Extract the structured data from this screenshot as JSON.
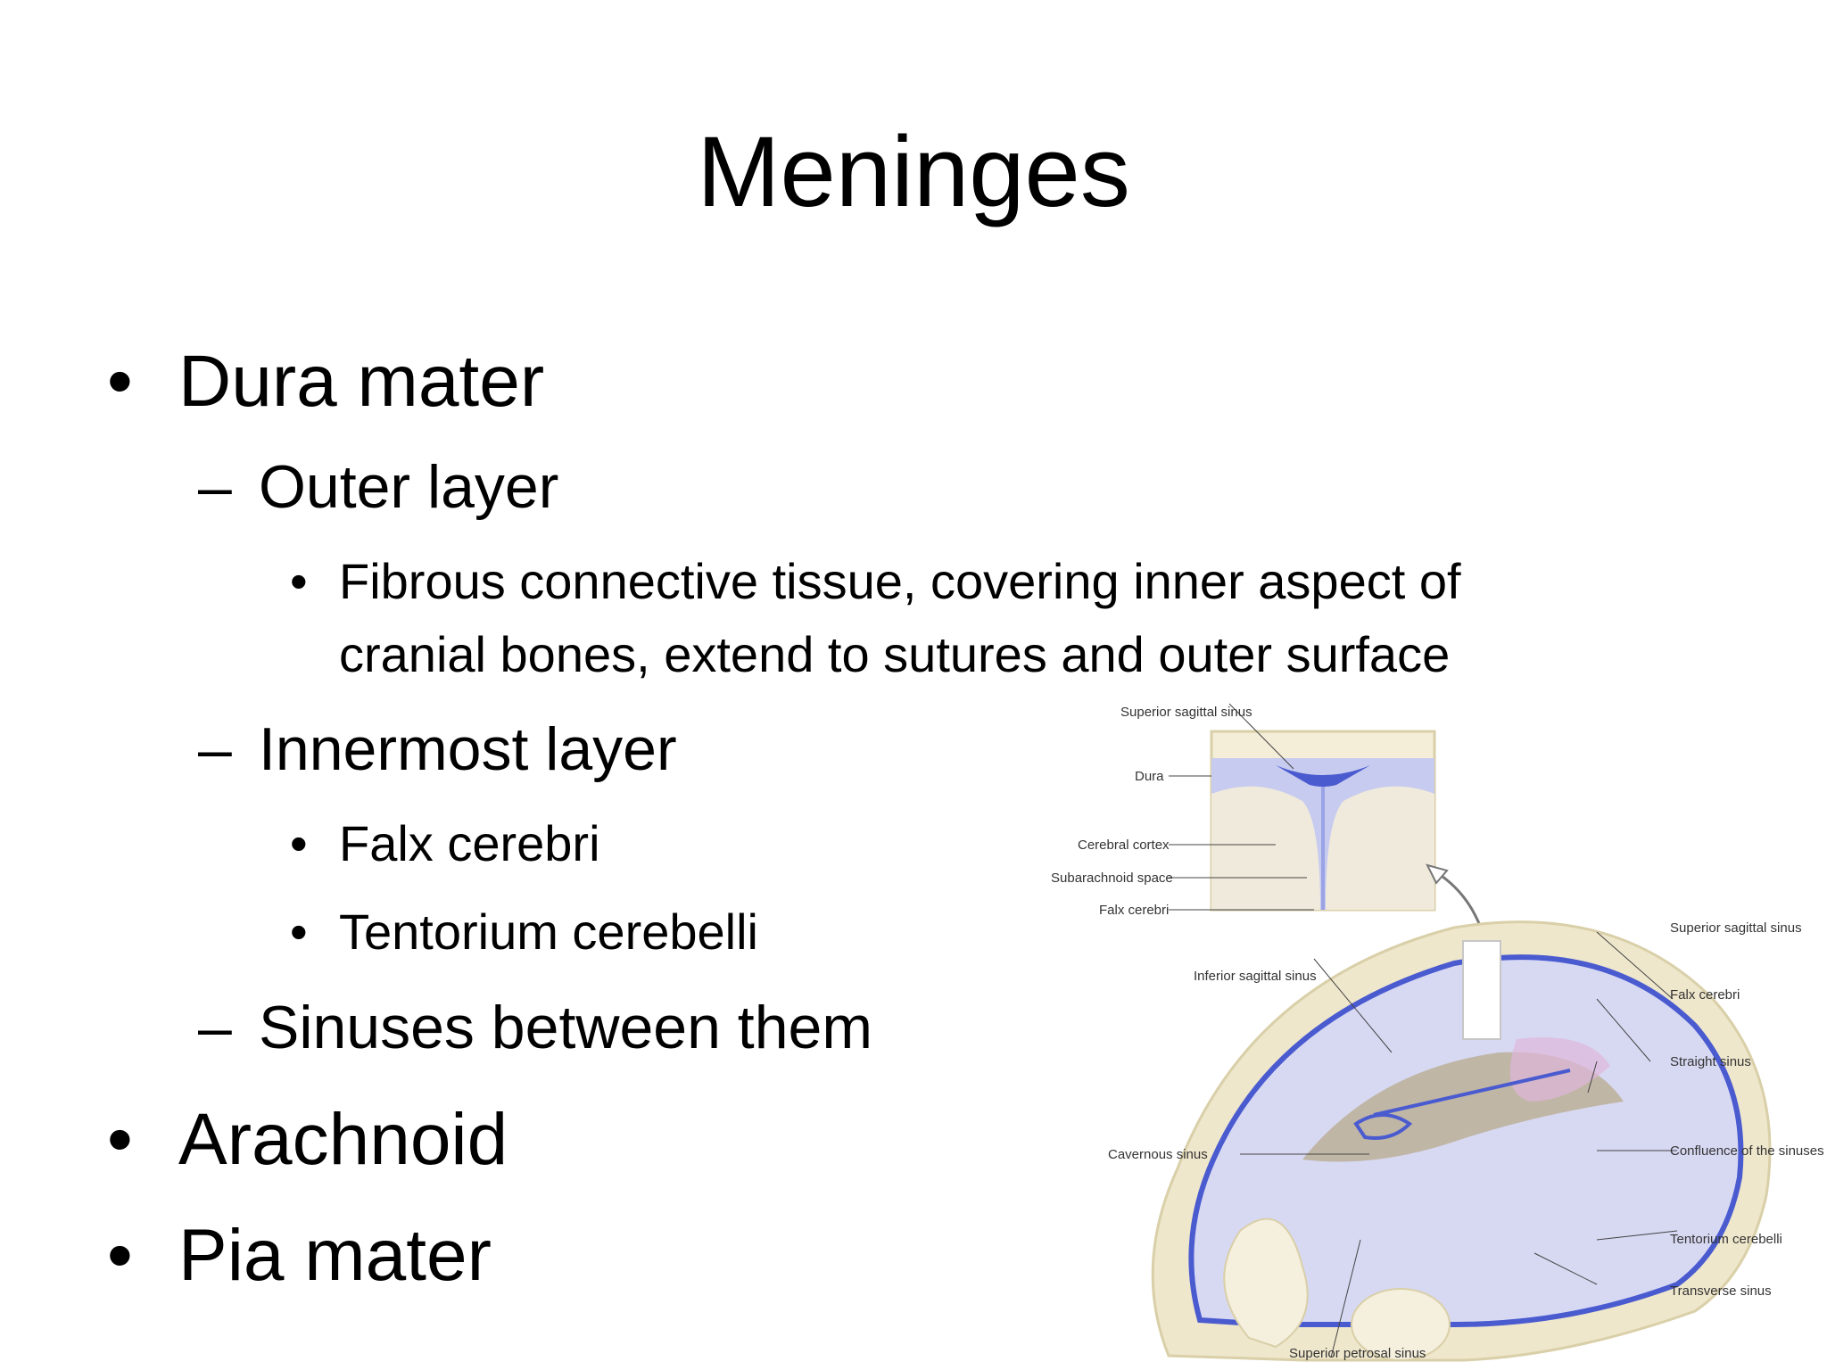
{
  "slide": {
    "title": "Meninges",
    "bullet_glyph": "•",
    "dash_glyph": "–",
    "items": [
      {
        "text": "Dura mater"
      },
      {
        "text": "Outer layer"
      },
      {
        "line1": "Fibrous connective tissue, covering inner aspect of",
        "line2": "cranial bones, extend to sutures and outer surface"
      },
      {
        "text": "Innermost layer"
      },
      {
        "text": "Falx cerebri"
      },
      {
        "text": "Tentorium cerebelli"
      },
      {
        "text": "Sinuses between them"
      },
      {
        "text": "Arachnoid"
      },
      {
        "text": "Pia mater"
      }
    ]
  },
  "figure": {
    "labels": {
      "superior_sagittal_sinus_top": "Superior sagittal sinus",
      "dura": "Dura",
      "cerebral_cortex": "Cerebral cortex",
      "subarachnoid_space": "Subarachnoid space",
      "falx_cerebri_top": "Falx cerebri",
      "inferior_sagittal_sinus": "Inferior sagittal sinus",
      "cavernous_sinus": "Cavernous sinus",
      "superior_petrosal_sinus": "Superior petrosal sinus",
      "superior_sagittal_sinus_right": "Superior sagittal sinus",
      "falx_cerebri_right": "Falx cerebri",
      "straight_sinus": "Straight sinus",
      "confluence": "Confluence of the sinuses",
      "tentorium_cerebelli": "Tentorium cerebelli",
      "transverse_sinus": "Transverse sinus"
    },
    "colors": {
      "bone": "#efe7cc",
      "dura": "#9aa3e6",
      "sinus": "#4a5bd0",
      "tissue": "#c9cbef"
    }
  }
}
